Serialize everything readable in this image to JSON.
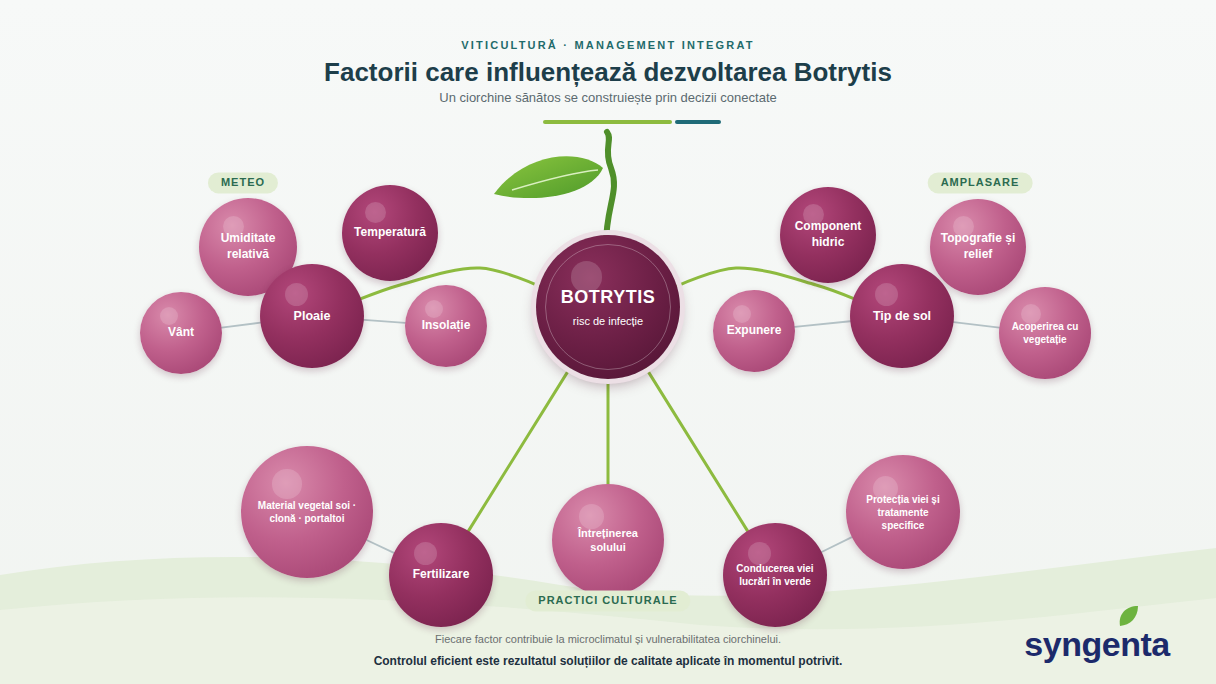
{
  "diagram": {
    "title": "Factorii care influențează dezvoltarea Botrytis",
    "caption": "Controlul eficient este rezultatul soluțiilor de calitate aplicate în momentul potrivit.",
    "nodes": [
      {
        "text": [
          "METEO"
        ]
      },
      {
        "text": [
          "Umiditate relativă"
        ]
      },
      {
        "text": [
          "Temperatură"
        ]
      },
      {
        "text": [
          "Ploaie"
        ]
      },
      {
        "text": [
          "Vânt"
        ]
      },
      {
        "text": [
          "Insolație"
        ]
      },
      {
        "text": [
          "BOTRYTIS",
          "risc de infecție"
        ]
      },
      {
        "text": [
          "AMPLASARE"
        ]
      },
      {
        "text": [
          "Component hidric"
        ]
      },
      {
        "text": [
          "Topografie și relief"
        ]
      },
      {
        "text": [
          "Expunere"
        ]
      },
      {
        "text": [
          "Tip de sol"
        ]
      },
      {
        "text": [
          "Acoperirea cu vegetație"
        ]
      },
      {
        "text": [
          "Material vegetal soi · clonă · portaltoi"
        ]
      },
      {
        "text": [
          "Fertilizare"
        ]
      },
      {
        "text": [
          "Întreținerea solului"
        ]
      },
      {
        "text": [
          "Conducerea viei lucrări în verde"
        ]
      },
      {
        "text": [
          "Protecția viei și tratamente specifice"
        ]
      },
      {
        "text": [
          "PRACTICI CULTURALE"
        ]
      }
    ],
    "edges": [
      {
        "from": 6,
        "to": 3,
        "arrow": "none"
      },
      {
        "from": 3,
        "to": 4,
        "arrow": "none"
      },
      {
        "from": 3,
        "to": 5,
        "arrow": "none"
      },
      {
        "from": 6,
        "to": 11,
        "arrow": "none"
      },
      {
        "from": 11,
        "to": 10,
        "arrow": "none"
      },
      {
        "from": 11,
        "to": 12,
        "arrow": "none"
      },
      {
        "from": 6,
        "to": 14,
        "arrow": "none"
      },
      {
        "from": 14,
        "to": 13,
        "arrow": "none"
      },
      {
        "from": 6,
        "to": 15,
        "arrow": "none"
      },
      {
        "from": 6,
        "to": 16,
        "arrow": "none"
      },
      {
        "from": 16,
        "to": 17,
        "arrow": "none"
      }
    ],
    "labels": [
      "VITICULTURĂ · MANAGEMENT INTEGRAT",
      "Un ciorchine sănătos se construiește prin decizii conectate",
      "Fiecare factor contribuie la microclimatul și vulnerabilitatea ciorchinelui.",
      "syngenta"
    ]
  }
}
